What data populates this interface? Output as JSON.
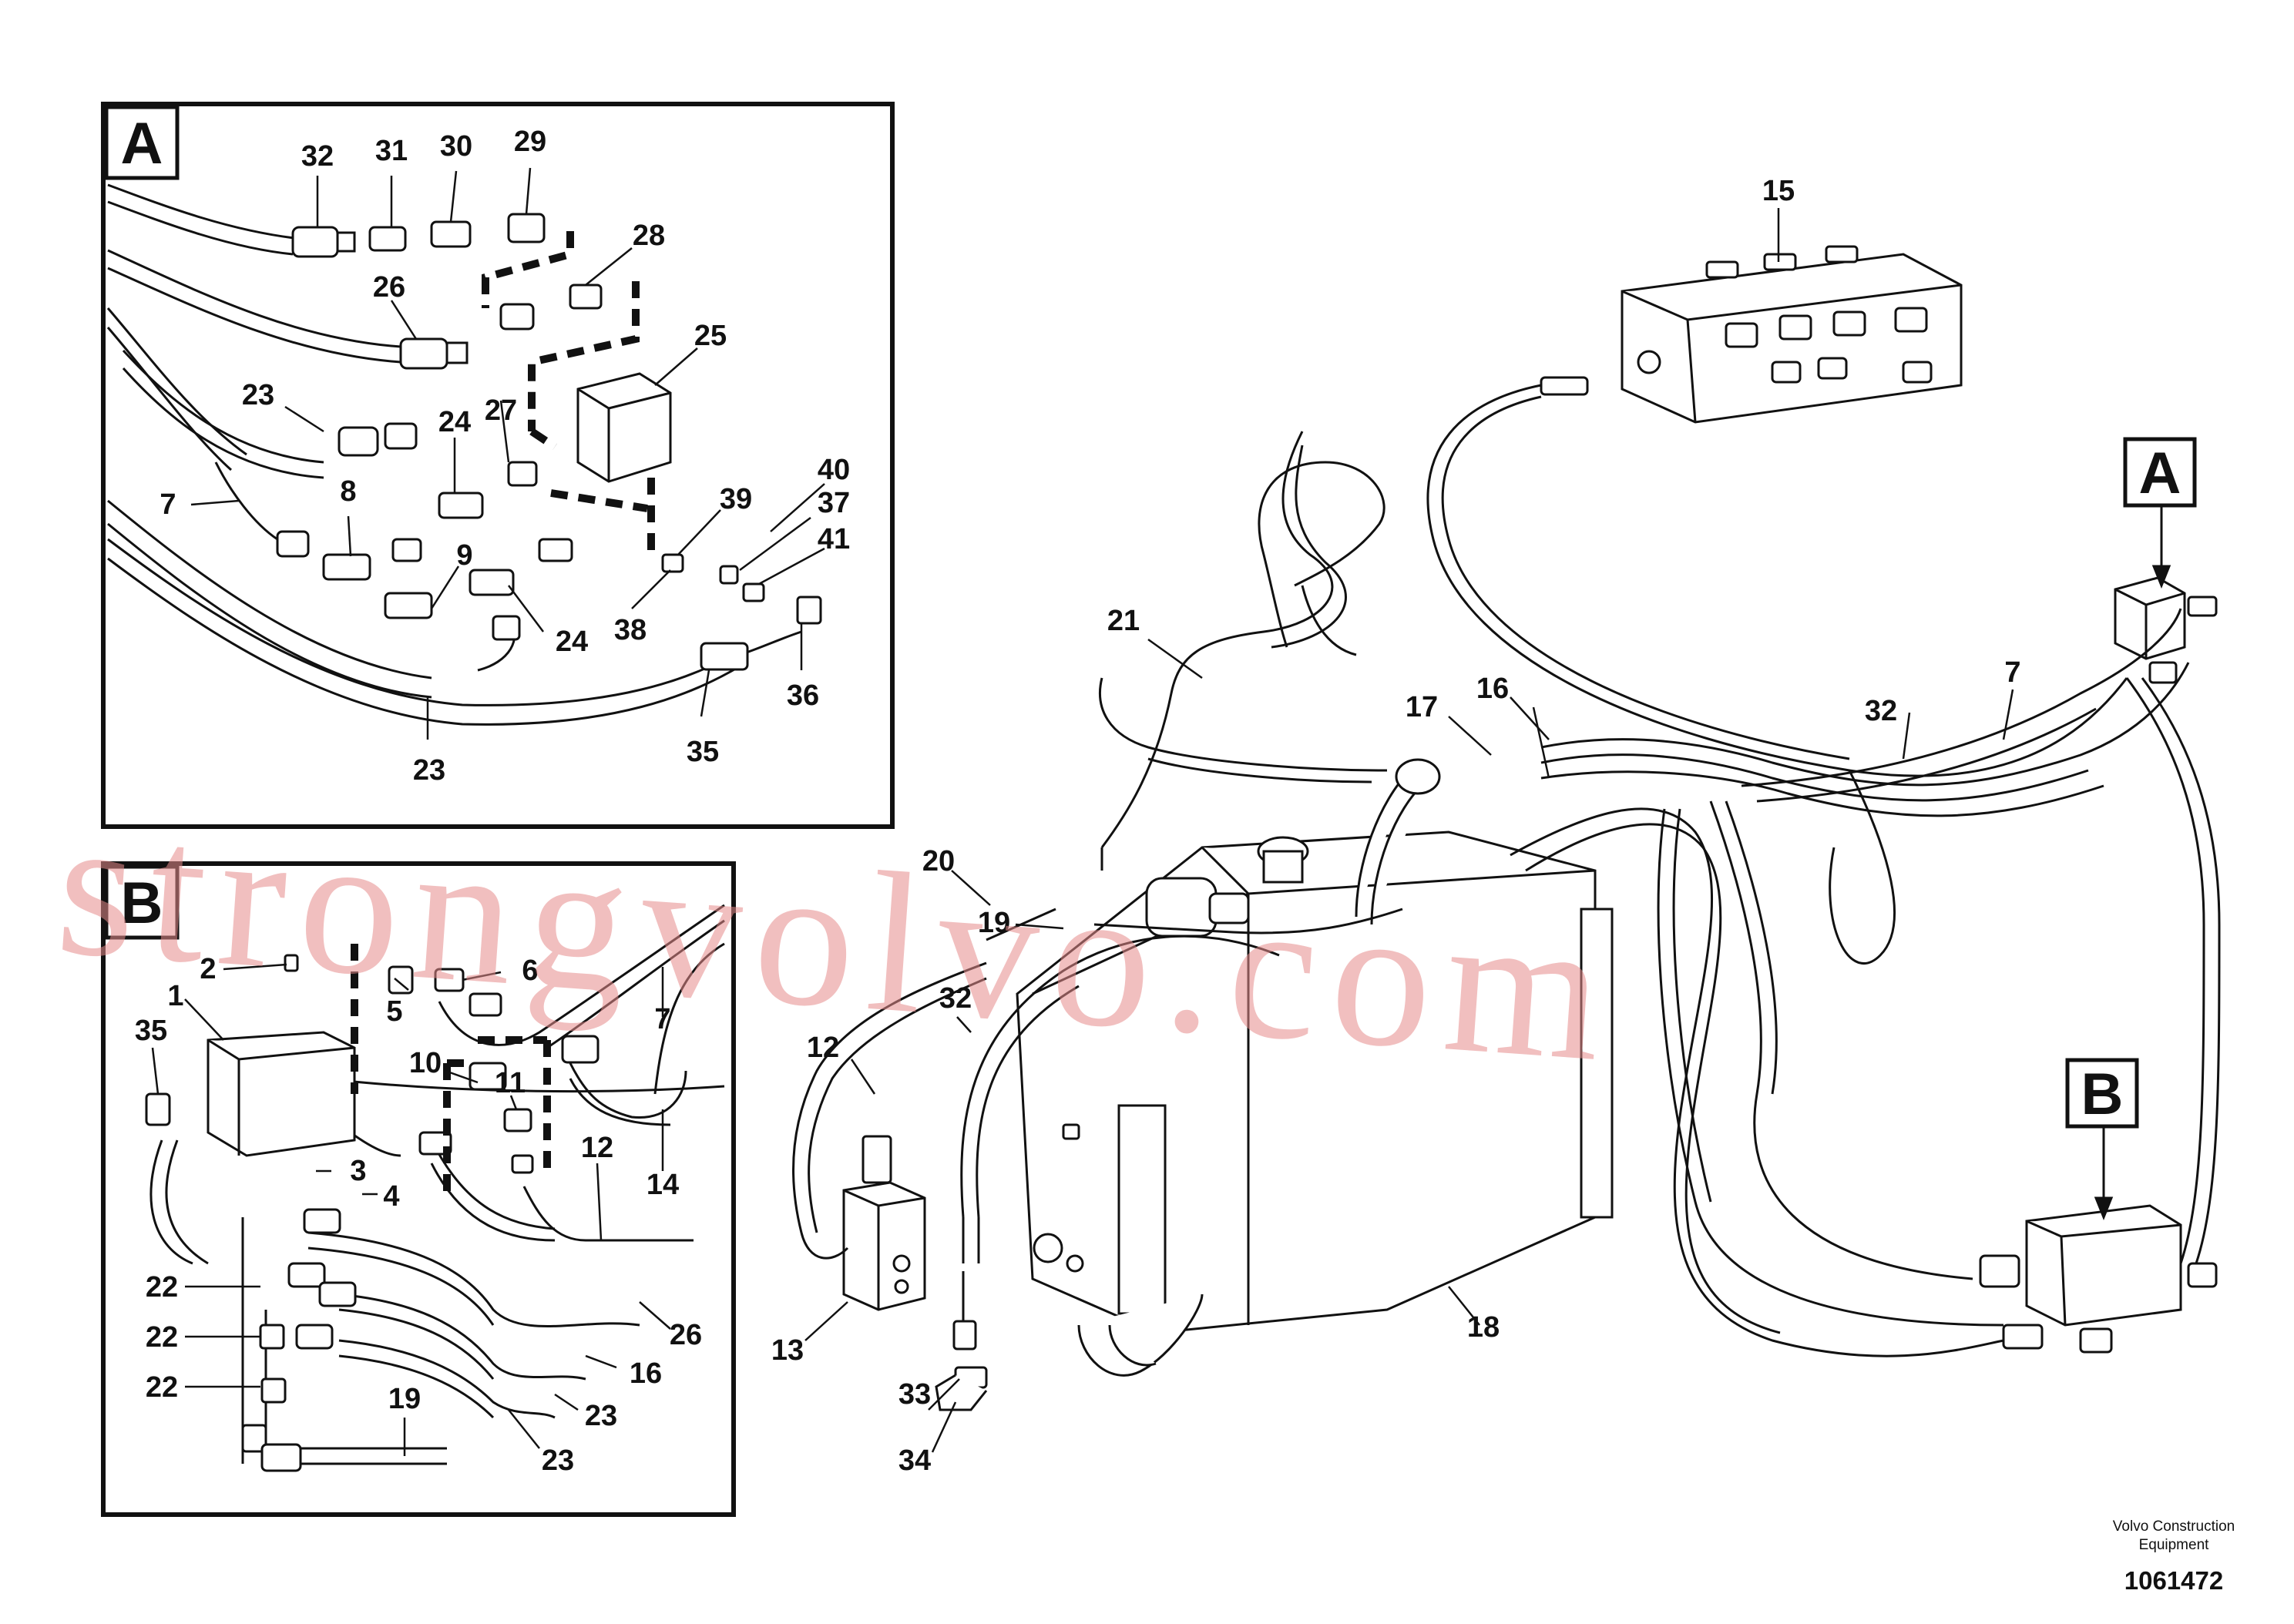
{
  "diagram": {
    "inset_a_letter": "A",
    "inset_b_letter": "B",
    "main_a_letter": "A",
    "main_b_letter": "B",
    "watermark": "strongvolvo.com",
    "footer": {
      "company_line1": "Volvo Construction",
      "company_line2": "Equipment",
      "drawing_number": "1061472"
    },
    "labels_inset_a": [
      "32",
      "31",
      "30",
      "29",
      "28",
      "26",
      "25",
      "23",
      "24",
      "27",
      "7",
      "8",
      "9",
      "40",
      "39",
      "37",
      "41",
      "24",
      "38",
      "36",
      "35",
      "23"
    ],
    "labels_inset_b": [
      "2",
      "1",
      "35",
      "5",
      "6",
      "7",
      "10",
      "11",
      "3",
      "4",
      "12",
      "14",
      "22",
      "22",
      "22",
      "19",
      "26",
      "16",
      "23",
      "23"
    ],
    "labels_main": [
      "15",
      "21",
      "16",
      "17",
      "32",
      "7",
      "20",
      "19",
      "32",
      "12",
      "13",
      "33",
      "34",
      "18"
    ]
  }
}
